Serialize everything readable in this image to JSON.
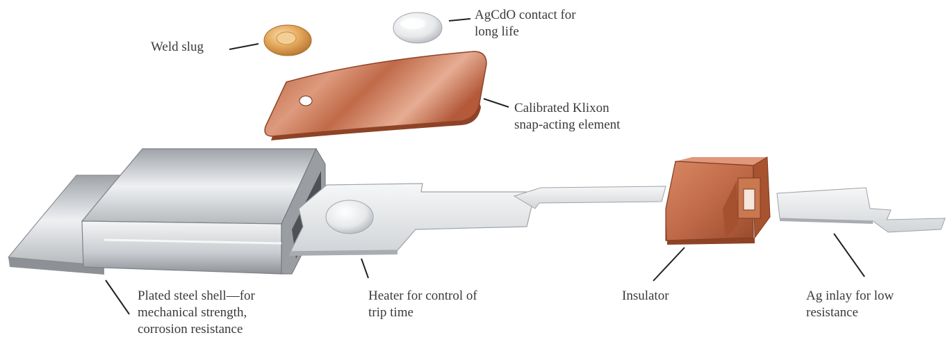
{
  "diagram": {
    "labels": {
      "weld_slug": [
        "Weld slug"
      ],
      "contact": [
        "AgCdO contact for",
        "long life"
      ],
      "element": [
        "Calibrated Klixon",
        "snap-acting element"
      ],
      "shell": [
        "Plated steel shell—for",
        "mechanical strength,",
        "corrosion resistance"
      ],
      "heater": [
        "Heater for control of",
        "trip time"
      ],
      "insulator": [
        "Insulator"
      ],
      "inlay": [
        "Ag inlay for low",
        "resistance"
      ]
    },
    "colors": {
      "copper": "#c26a48",
      "copper_light": "#e2a184",
      "copper_dark": "#8e4327",
      "steel": "#b9bcc0",
      "steel_light": "#eef0f2",
      "steel_dark": "#7e8287",
      "gold": "#e5a95d",
      "leader": "#222222",
      "text": "#3a3a3a"
    }
  }
}
